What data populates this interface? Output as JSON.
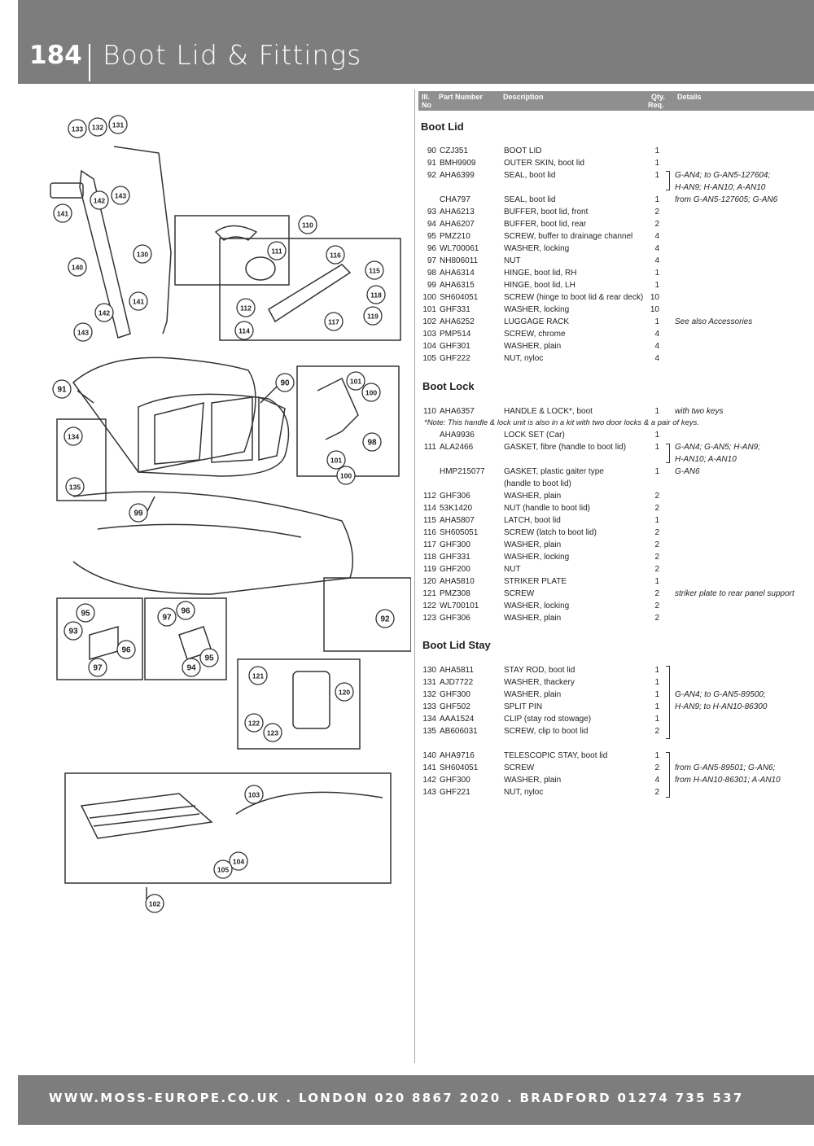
{
  "header": {
    "page_number": "184",
    "title": "Boot Lid & Fittings"
  },
  "footer": {
    "contact": "WWW.MOSS-EUROPE.CO.UK . LONDON 020 8867 2020 . BRADFORD 01274 735 537"
  },
  "table_header": {
    "ill_no_1": "Ill.",
    "ill_no_2": "No",
    "part_number": "Part Number",
    "description": "Description",
    "qty_1": "Qty.",
    "qty_2": "Req.",
    "details": "Details"
  },
  "sections": {
    "boot_lid": "Boot Lid",
    "boot_lock": "Boot Lock",
    "boot_lid_stay": "Boot Lid Stay"
  },
  "boot_lid_rows": [
    {
      "ill": "90",
      "pn": "CZJ351",
      "desc": "BOOT LID",
      "qty": "1",
      "det": ""
    },
    {
      "ill": "91",
      "pn": "BMH9909",
      "desc": "OUTER SKIN, boot lid",
      "qty": "1",
      "det": ""
    },
    {
      "ill": "92",
      "pn": "AHA6399",
      "desc": "SEAL, boot lid",
      "qty": "1",
      "det": "G-AN4; to G-AN5-127604;"
    },
    {
      "ill": "",
      "pn": "",
      "desc": "",
      "qty": "",
      "det": "H-AN9; H-AN10; A-AN10"
    },
    {
      "ill": "",
      "pn": "CHA797",
      "desc": "SEAL, boot lid",
      "qty": "1",
      "det": "from G-AN5-127605; G-AN6"
    },
    {
      "ill": "93",
      "pn": "AHA6213",
      "desc": "BUFFER, boot lid, front",
      "qty": "2",
      "det": ""
    },
    {
      "ill": "94",
      "pn": "AHA6207",
      "desc": "BUFFER, boot lid, rear",
      "qty": "2",
      "det": ""
    },
    {
      "ill": "95",
      "pn": "PMZ210",
      "desc": "SCREW, buffer to drainage channel",
      "qty": "4",
      "det": ""
    },
    {
      "ill": "96",
      "pn": "WL700061",
      "desc": "WASHER, locking",
      "qty": "4",
      "det": ""
    },
    {
      "ill": "97",
      "pn": "NH806011",
      "desc": "NUT",
      "qty": "4",
      "det": ""
    },
    {
      "ill": "98",
      "pn": "AHA6314",
      "desc": "HINGE, boot lid, RH",
      "qty": "1",
      "det": ""
    },
    {
      "ill": "99",
      "pn": "AHA6315",
      "desc": "HINGE, boot lid, LH",
      "qty": "1",
      "det": ""
    },
    {
      "ill": "100",
      "pn": "SH604051",
      "desc": "SCREW (hinge to boot lid & rear deck)",
      "qty": "10",
      "det": ""
    },
    {
      "ill": "101",
      "pn": "GHF331",
      "desc": "WASHER, locking",
      "qty": "10",
      "det": ""
    },
    {
      "ill": "102",
      "pn": "AHA6252",
      "desc": "LUGGAGE RACK",
      "qty": "1",
      "det": "See also Accessories"
    },
    {
      "ill": "103",
      "pn": "PMP514",
      "desc": "SCREW, chrome",
      "qty": "4",
      "det": ""
    },
    {
      "ill": "104",
      "pn": "GHF301",
      "desc": "WASHER, plain",
      "qty": "4",
      "det": ""
    },
    {
      "ill": "105",
      "pn": "GHF222",
      "desc": "NUT, nyloc",
      "qty": "4",
      "det": ""
    }
  ],
  "boot_lock_rows_a": [
    {
      "ill": "110",
      "pn": "AHA6357",
      "desc": "HANDLE & LOCK*, boot",
      "qty": "1",
      "det": "with two keys"
    }
  ],
  "boot_lock_note": "*Note: This handle & lock unit is also in a kit with two door locks & a pair of keys.",
  "boot_lock_rows_b": [
    {
      "ill": "",
      "pn": "AHA9936",
      "desc": "LOCK SET (Car)",
      "qty": "1",
      "det": ""
    },
    {
      "ill": "111",
      "pn": "ALA2466",
      "desc": "GASKET, fibre (handle to boot lid)",
      "qty": "1",
      "det": "G-AN4; G-AN5; H-AN9;"
    },
    {
      "ill": "",
      "pn": "",
      "desc": "",
      "qty": "",
      "det": "H-AN10; A-AN10"
    },
    {
      "ill": "",
      "pn": "HMP215077",
      "desc": "GASKET, plastic gaiter type",
      "qty": "1",
      "det": "G-AN6"
    },
    {
      "ill": "",
      "pn": "",
      "desc": "(handle to boot lid)",
      "qty": "",
      "det": ""
    },
    {
      "ill": "112",
      "pn": "GHF306",
      "desc": "WASHER, plain",
      "qty": "2",
      "det": ""
    },
    {
      "ill": "114",
      "pn": "53K1420",
      "desc": "NUT (handle to boot lid)",
      "qty": "2",
      "det": ""
    },
    {
      "ill": "115",
      "pn": "AHA5807",
      "desc": "LATCH, boot lid",
      "qty": "1",
      "det": ""
    },
    {
      "ill": "116",
      "pn": "SH605051",
      "desc": "SCREW (latch to boot lid)",
      "qty": "2",
      "det": ""
    },
    {
      "ill": "117",
      "pn": "GHF300",
      "desc": "WASHER, plain",
      "qty": "2",
      "det": ""
    },
    {
      "ill": "118",
      "pn": "GHF331",
      "desc": "WASHER, locking",
      "qty": "2",
      "det": ""
    },
    {
      "ill": "119",
      "pn": "GHF200",
      "desc": "NUT",
      "qty": "2",
      "det": ""
    },
    {
      "ill": "120",
      "pn": "AHA5810",
      "desc": "STRIKER PLATE",
      "qty": "1",
      "det": ""
    },
    {
      "ill": "121",
      "pn": "PMZ308",
      "desc": "SCREW",
      "qty": "2",
      "det": "striker plate to rear panel support"
    },
    {
      "ill": "122",
      "pn": "WL700101",
      "desc": "WASHER, locking",
      "qty": "2",
      "det": ""
    },
    {
      "ill": "123",
      "pn": "GHF306",
      "desc": "WASHER, plain",
      "qty": "2",
      "det": ""
    }
  ],
  "stay_rows_a": [
    {
      "ill": "130",
      "pn": "AHA5811",
      "desc": "STAY ROD, boot lid",
      "qty": "1",
      "det": ""
    },
    {
      "ill": "131",
      "pn": "AJD7722",
      "desc": "WASHER, thackery",
      "qty": "1",
      "det": ""
    },
    {
      "ill": "132",
      "pn": "GHF300",
      "desc": "WASHER, plain",
      "qty": "1",
      "det": "G-AN4; to G-AN5-89500;"
    },
    {
      "ill": "133",
      "pn": "GHF502",
      "desc": "SPLIT PIN",
      "qty": "1",
      "det": "H-AN9; to H-AN10-86300"
    },
    {
      "ill": "134",
      "pn": "AAA1524",
      "desc": "CLIP (stay rod stowage)",
      "qty": "1",
      "det": ""
    },
    {
      "ill": "135",
      "pn": "AB606031",
      "desc": "SCREW, clip to boot lid",
      "qty": "2",
      "det": ""
    }
  ],
  "stay_rows_b": [
    {
      "ill": "140",
      "pn": "AHA9716",
      "desc": "TELESCOPIC STAY, boot lid",
      "qty": "1",
      "det": ""
    },
    {
      "ill": "141",
      "pn": "SH604051",
      "desc": "SCREW",
      "qty": "2",
      "det": "from G-AN5-89501; G-AN6;"
    },
    {
      "ill": "142",
      "pn": "GHF300",
      "desc": "WASHER, plain",
      "qty": "4",
      "det": "from H-AN10-86301; A-AN10"
    },
    {
      "ill": "143",
      "pn": "GHF221",
      "desc": "NUT, nyloc",
      "qty": "2",
      "det": ""
    }
  ],
  "callouts": [
    "133",
    "132",
    "131",
    "141",
    "142",
    "143",
    "140",
    "130",
    "110",
    "111",
    "116",
    "115",
    "112",
    "118",
    "114",
    "117",
    "119",
    "141",
    "142",
    "143",
    "91",
    "90",
    "101",
    "100",
    "134",
    "98",
    "101",
    "100",
    "135",
    "99",
    "95",
    "93",
    "96",
    "97",
    "97",
    "96",
    "95",
    "94",
    "92",
    "121",
    "120",
    "122",
    "123",
    "103",
    "104",
    "105",
    "102"
  ]
}
